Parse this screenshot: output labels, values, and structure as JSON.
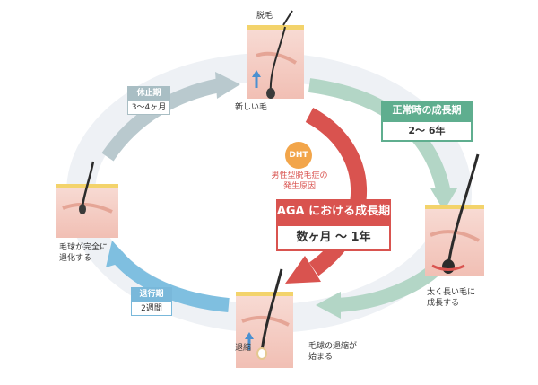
{
  "colors": {
    "rest": "#a9bec4",
    "regression": "#79b8da",
    "normal": "#5fae8f",
    "normal_arrow": "#a9d0bf",
    "aga": "#d9534f",
    "dht": "#f2a54a",
    "skin": "#f5c9c1",
    "skin_dark": "#e9a89a",
    "cycle_ring": "#eef1f5"
  },
  "hair_top": {
    "shedding_label": "脱毛",
    "new_hair_label": "新しい毛"
  },
  "rest_phase": {
    "title": "休止期",
    "duration": "3～4ヶ月"
  },
  "normal_growth": {
    "title": "正常時の成長期",
    "duration": "2～ 6年"
  },
  "dht": {
    "badge": "DHT",
    "cause_line1": "男性型脱毛症の",
    "cause_line2": "発生原因"
  },
  "aga_growth": {
    "title": "AGA における成長期",
    "duration": "数ヶ月 ～ 1年"
  },
  "left_hair": {
    "line1": "毛球が完全に",
    "line2": "退化する"
  },
  "regression_phase": {
    "title": "退行期",
    "duration": "2週間"
  },
  "bottom_hair": {
    "shrink_label": "退縮",
    "desc_line1": "毛球の退縮が",
    "desc_line2": "始まる"
  },
  "right_hair": {
    "line1": "太く長い毛に",
    "line2": "成長する"
  }
}
